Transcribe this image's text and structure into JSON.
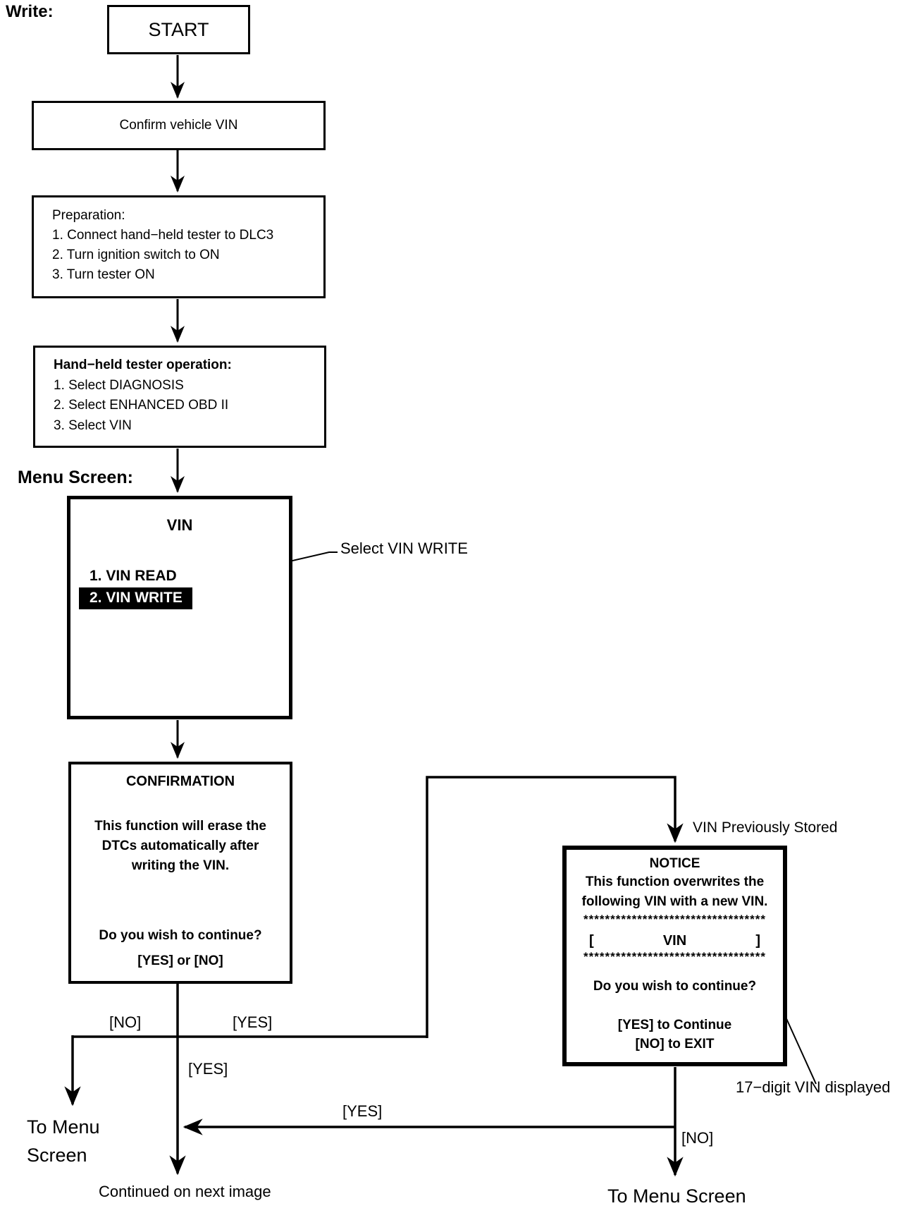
{
  "colors": {
    "ink": "#000000",
    "paper": "#ffffff",
    "highlight_bg": "#000000",
    "highlight_fg": "#ffffff"
  },
  "page": {
    "write_label": "Write:",
    "menu_screen_label": "Menu Screen:"
  },
  "flow": {
    "start": "START",
    "confirm_vin": "Confirm vehicle VIN",
    "preparation": {
      "title": "Preparation:",
      "steps": [
        "1. Connect hand−held tester to DLC3",
        "2. Turn ignition switch to ON",
        "3. Turn tester ON"
      ]
    },
    "tester_operation": {
      "title": "Hand−held tester operation:",
      "steps": [
        "1. Select DIAGNOSIS",
        "2. Select ENHANCED OBD II",
        "3. Select VIN"
      ]
    },
    "vin_menu": {
      "title": "VIN",
      "item_read": "1. VIN READ",
      "item_write": "2. VIN WRITE",
      "callout": "Select VIN WRITE"
    },
    "confirmation": {
      "title": "CONFIRMATION",
      "body_lines": [
        "This function will erase the",
        "DTCs automatically after",
        "writing the VIN."
      ],
      "question": "Do you wish to continue?",
      "options": "[YES] or [NO]"
    },
    "notice": {
      "annotation": "VIN Previously Stored",
      "title": "NOTICE",
      "body_lines": [
        "This function overwrites the",
        "following VIN with a new VIN."
      ],
      "separator": "**********************************",
      "vin_row": {
        "open": "[",
        "label": "VIN",
        "close": "]"
      },
      "question": "Do you wish to continue?",
      "yes_line": "[YES] to Continue",
      "no_line": "[NO] to EXIT",
      "vin_note": "17−digit VIN displayed"
    },
    "branches": {
      "no_1": "[NO]",
      "yes_1": "[YES]",
      "yes_2": "[YES]",
      "yes_3": "[YES]",
      "no_2": "[NO]",
      "to_menu_left_line1": "To Menu",
      "to_menu_left_line2": "Screen",
      "continued": "Continued on next image",
      "to_menu_right": "To Menu Screen"
    }
  }
}
